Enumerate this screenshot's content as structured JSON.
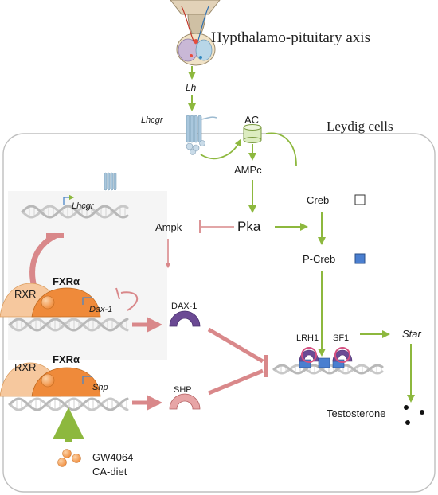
{
  "diagram": {
    "axis_label": "Hypthalamo-pituitary axis",
    "lh": "Lh",
    "lhcgr_receptor": "Lhcgr",
    "cell_label": "Leydig cells",
    "ac": "AC",
    "ampc": "AMPc",
    "pka": "Pka",
    "ampk": "Ampk",
    "creb": "Creb",
    "p_creb": "P-Creb",
    "lhcgr_gene": "Lhcgr",
    "rxr_top": "RXR",
    "fxr_top": "FXRα",
    "dax1_gene": "Dax-1",
    "dax1_protein": "DAX-1",
    "rxr_bottom": "RXR",
    "fxr_bottom": "FXRα",
    "shp_gene": "Shp",
    "shp_protein": "SHP",
    "lrh1": "LRH1",
    "sf1": "SF1",
    "star": "Star",
    "testosterone": "Testosterone",
    "ligand_1": "GW4064",
    "ligand_2": "CA-diet",
    "colors": {
      "activation": "#8db83e",
      "inhibition": "#d9888a",
      "fxr": "#ef8a3a",
      "rxr": "#f6c89e",
      "dax1": "#6b4a94",
      "shp": "#d9888a",
      "creb_p": "#4a7fd0",
      "ac": "#dcecc0"
    }
  }
}
